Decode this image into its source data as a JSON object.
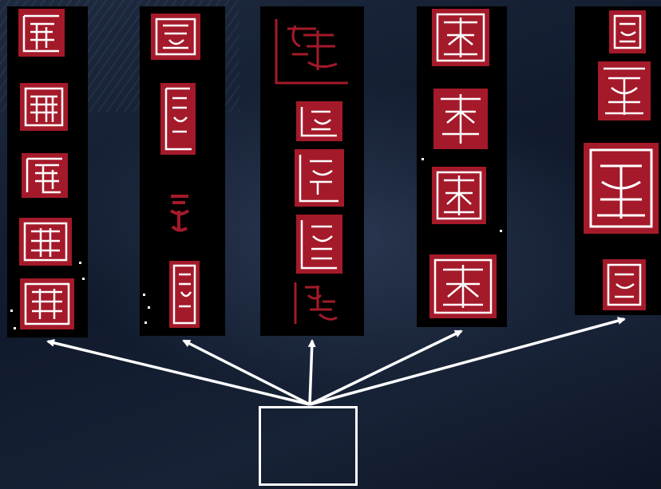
{
  "title": "",
  "colors": {
    "seal": "#a41a2a",
    "ink": "#000000",
    "arrow": "#ffffff"
  },
  "source_box": {
    "label": ""
  },
  "columns": [
    {
      "id": "column-1",
      "seal_count": 5
    },
    {
      "id": "column-2",
      "seal_count": 4
    },
    {
      "id": "column-3",
      "seal_count": 5
    },
    {
      "id": "column-4",
      "seal_count": 4
    },
    {
      "id": "column-5",
      "seal_count": 4
    }
  ]
}
